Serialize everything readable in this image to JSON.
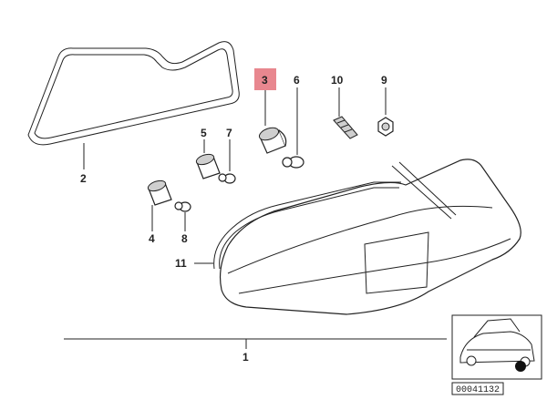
{
  "callouts": {
    "c1": "1",
    "c2": "2",
    "c3": "3",
    "c4": "4",
    "c5": "5",
    "c6": "6",
    "c7": "7",
    "c8": "8",
    "c9": "9",
    "c10": "10",
    "c11": "11"
  },
  "highlight_color": "#e8878f",
  "diagram_code": "00041132"
}
